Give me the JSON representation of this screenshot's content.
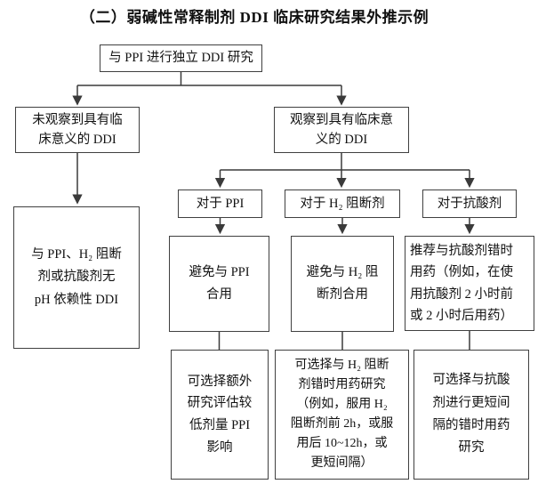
{
  "title": "（二）弱碱性常释制剂 DDI 临床研究结果外推示例",
  "flowchart": {
    "root": {
      "label": "与 PPI 进行独立 DDI 研究"
    },
    "no_ddi_branch": {
      "observation": "未观察到具有临\n床意义的 DDI",
      "conclusion": "与 PPI、H₂ 阻断\n剂或抗酸剂无\npH 依赖性 DDI"
    },
    "ddi_branch": {
      "observation": "观察到具有临床意\n义的 DDI",
      "columns": [
        {
          "header": "对于 PPI",
          "recommendation": "避免与 PPI\n合用",
          "optional_study": "可选择额外\n研究评估较\n低剂量 PPI\n影响"
        },
        {
          "header": "对于 H₂ 阻断剂",
          "recommendation": "避免与 H₂ 阻\n断剂合用",
          "optional_study": "可选择与 H₂ 阻断\n剂错时用药研究\n（例如，服用 H₂\n阻断剂前 2h，或服\n用后 10~12h，或\n更短间隔）"
        },
        {
          "header": "对于抗酸剂",
          "recommendation": "推荐与抗酸剂错时\n用药（例如，在使\n用抗酸剂 2 小时前\n或 2 小时后用药）",
          "optional_study": "可选择与抗酸\n剂进行更短间\n隔的错时用药\n研究"
        }
      ]
    }
  },
  "colors": {
    "line": "#3a3a3a",
    "box_border": "#404040",
    "text": "#111111",
    "background": "#ffffff"
  }
}
